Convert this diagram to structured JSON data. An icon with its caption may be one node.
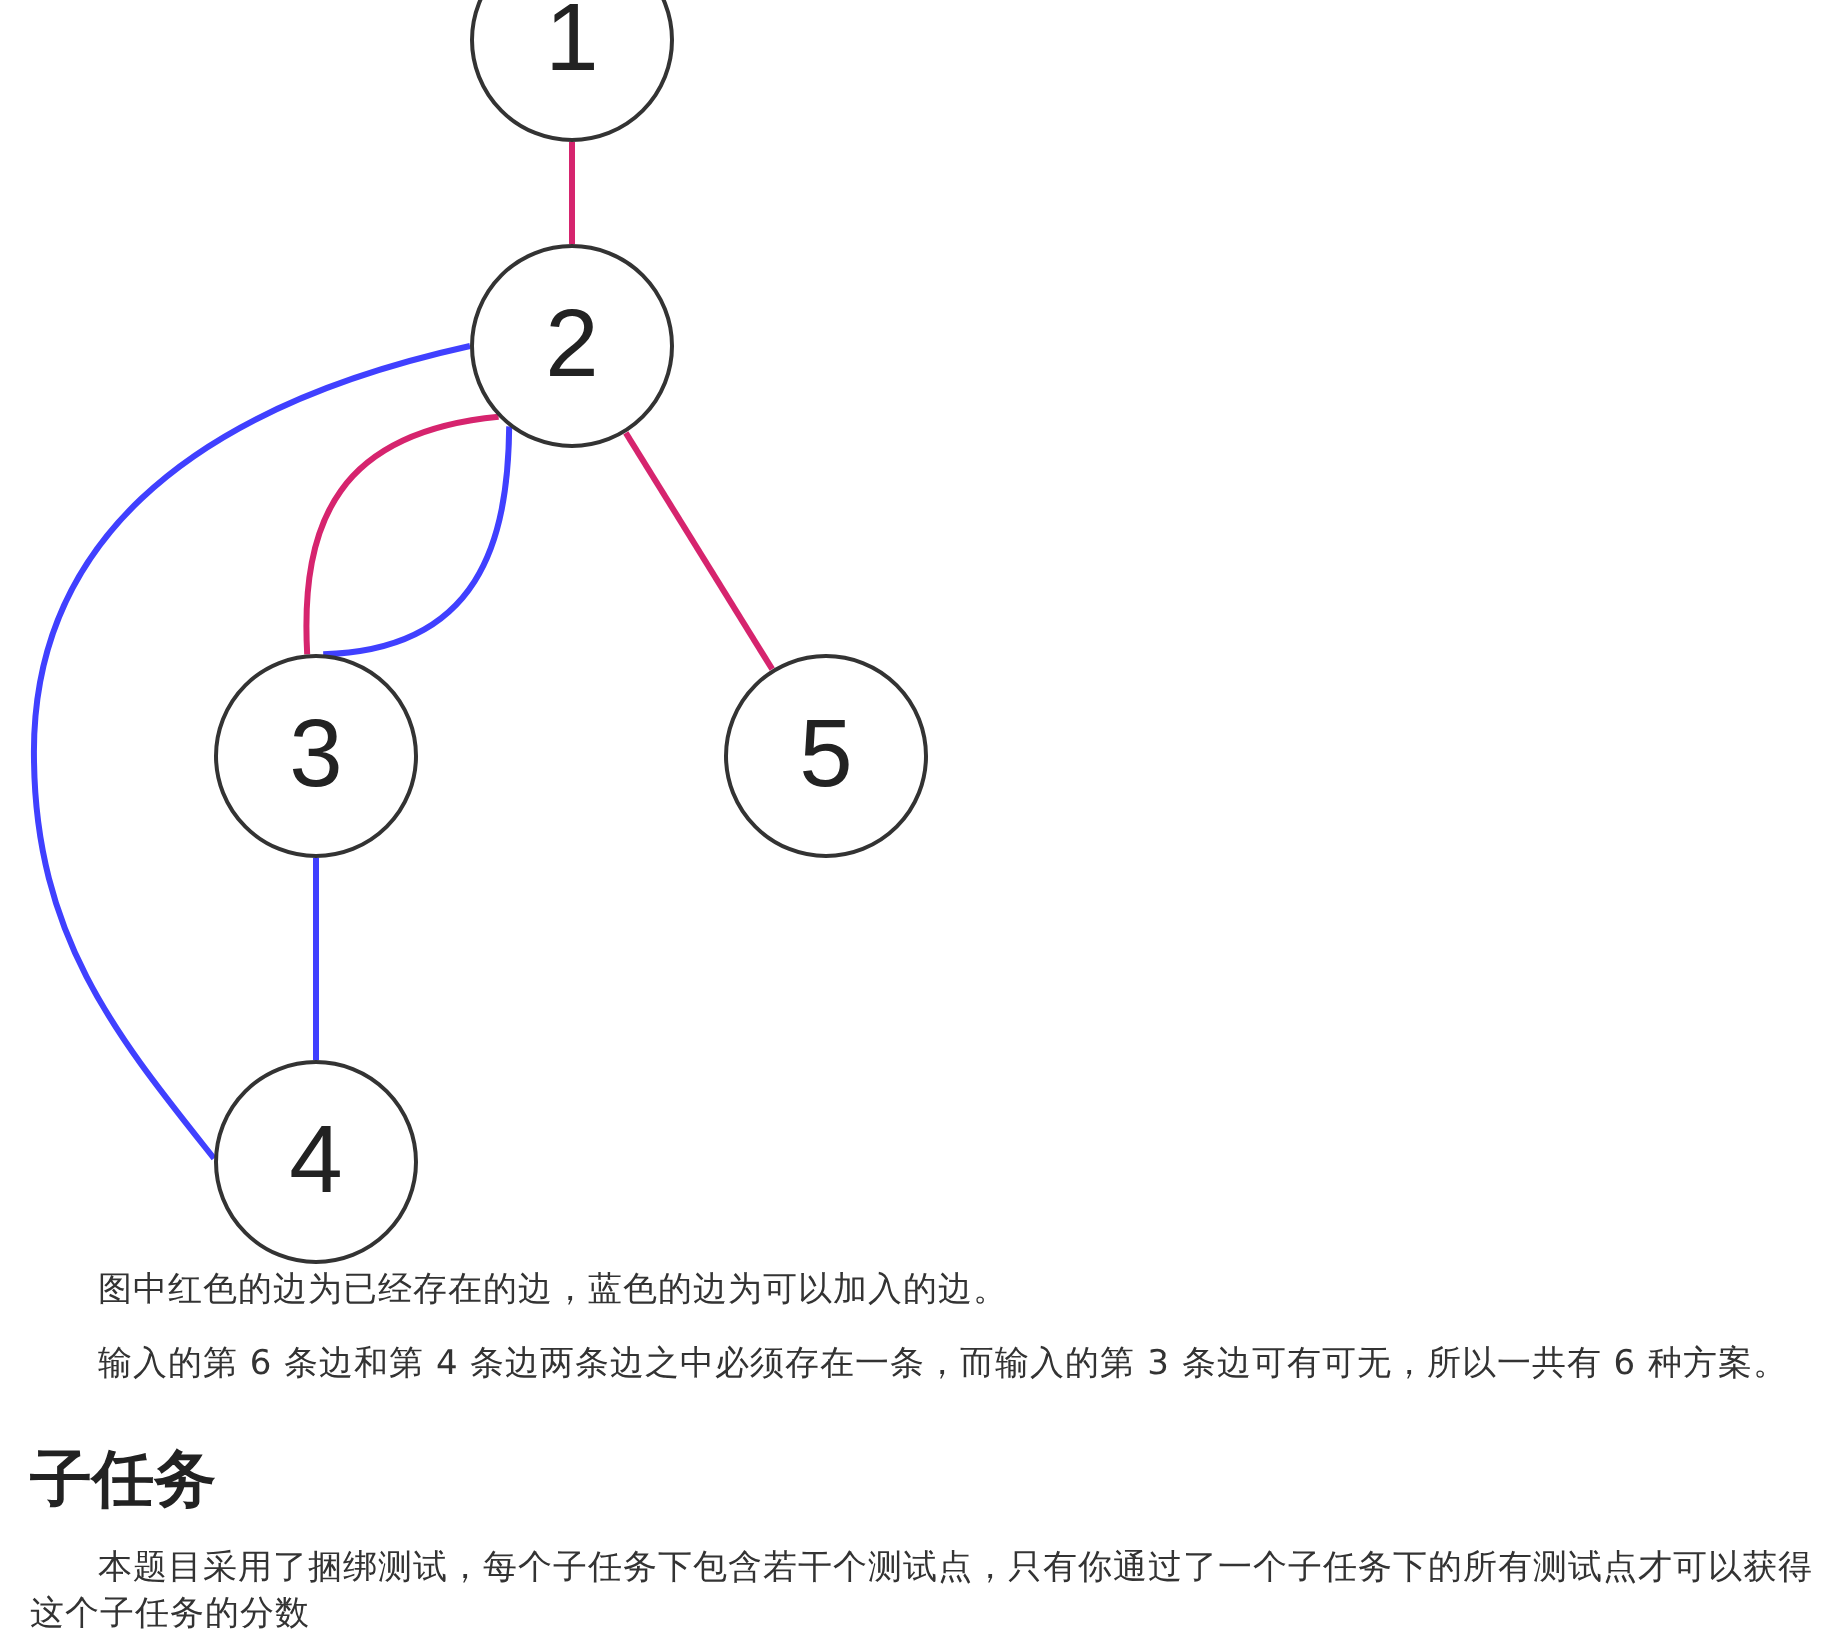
{
  "diagram": {
    "nodes": [
      {
        "text": [
          "1"
        ]
      },
      {
        "text": [
          "2"
        ]
      },
      {
        "text": [
          "3"
        ]
      },
      {
        "text": [
          "5"
        ]
      },
      {
        "text": [
          "4"
        ]
      }
    ],
    "edges": [
      {
        "from": 0,
        "to": 1,
        "arrow": "none",
        "color": "#d6246e"
      },
      {
        "from": 1,
        "to": 2,
        "arrow": "none",
        "color": "#d6246e"
      },
      {
        "from": 1,
        "to": 2,
        "arrow": "none",
        "color": "#4040ff"
      },
      {
        "from": 1,
        "to": 3,
        "arrow": "none",
        "color": "#d6246e"
      },
      {
        "from": 1,
        "to": 4,
        "arrow": "none",
        "color": "#4040ff"
      },
      {
        "from": 2,
        "to": 4,
        "arrow": "none",
        "color": "#4040ff"
      }
    ],
    "caption": "图中红色的边为已经存在的边，蓝色的边为可以加入的边。",
    "labels": [
      "输入的第 6 条边和第 4 条边两条边之中必须存在一条，而输入的第 3 条边可有可无，所以一共有 6 种方案。",
      "子任务",
      "本题目采用了捆绑测试，每个子任务下包含若干个测试点，只有你通过了一个子任务下的所有测试点才可以获得这个子任务的分数"
    ]
  }
}
